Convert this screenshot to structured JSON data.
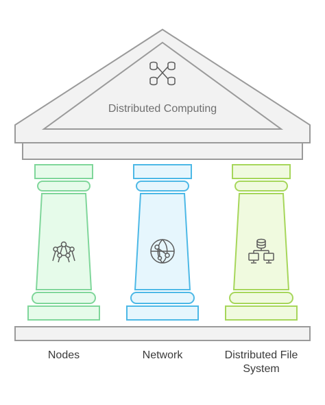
{
  "roof": {
    "title": "Distributed Computing",
    "icon": "database-network-icon"
  },
  "pillars": [
    {
      "label": "Nodes",
      "icon": "network-nodes-icon",
      "color": "#e6fbea",
      "stroke": "#7fd69a"
    },
    {
      "label": "Network",
      "icon": "globe-network-icon",
      "color": "#e6f6fd",
      "stroke": "#4cb8e6"
    },
    {
      "label": "Distributed File\nSystem",
      "icon": "file-server-icon",
      "color": "#f0fadf",
      "stroke": "#a6d65a"
    }
  ],
  "colors": {
    "structure_fill": "#f2f2f2",
    "structure_stroke": "#9a9a9a",
    "text": "#3a3a3a",
    "icon": "#5a5a5a"
  }
}
